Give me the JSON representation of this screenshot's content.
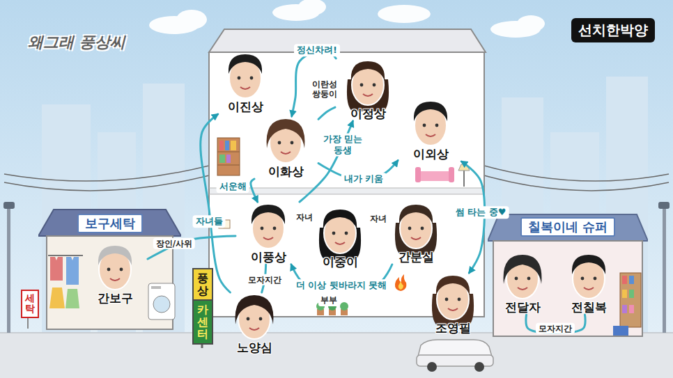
{
  "diagram": {
    "title": "왜그래 풍상씨",
    "nodes": [
      {
        "text": [
          "이진상"
        ]
      },
      {
        "text": [
          "이정상"
        ]
      },
      {
        "text": [
          "이외상"
        ]
      },
      {
        "text": [
          "이화상"
        ]
      },
      {
        "text": [
          "보구세탁"
        ]
      },
      {
        "text": [
          "간보구"
        ],
        "in": 4
      },
      {
        "text": [
          "이풍상"
        ]
      },
      {
        "text": [
          "이중이"
        ]
      },
      {
        "text": [
          "간분실"
        ]
      },
      {
        "text": [
          "칠복이네 슈퍼"
        ]
      },
      {
        "text": [
          "전달자"
        ],
        "in": 9
      },
      {
        "text": [
          "전칠복"
        ],
        "in": 9
      },
      {
        "text": [
          "풍상",
          "카센터"
        ]
      },
      {
        "text": [
          "조영필"
        ]
      },
      {
        "text": [
          "노양심"
        ]
      }
    ],
    "edges": [
      {
        "from": 1,
        "to": 3,
        "label": "정신차려!",
        "arrow": "to"
      },
      {
        "from": 1,
        "to": 3,
        "label": "이란성 쌍둥이",
        "arrow": "none"
      },
      {
        "from": 6,
        "to": 1,
        "label": "가장 믿는 동생",
        "arrow": "to"
      },
      {
        "from": 3,
        "to": 2,
        "label": "내가 키움",
        "arrow": "to"
      },
      {
        "from": 3,
        "to": 6,
        "label": "서운해",
        "arrow": "to"
      },
      {
        "from": 14,
        "to": 0,
        "label": "자녀들",
        "arrow": "to"
      },
      {
        "from": 5,
        "to": 6,
        "label": "장인/사위",
        "arrow": "none"
      },
      {
        "from": 6,
        "to": 7,
        "label": "자녀",
        "arrow": "none"
      },
      {
        "from": 7,
        "to": 8,
        "label": "자녀",
        "arrow": "none"
      },
      {
        "from": 8,
        "to": 6,
        "label": "더 이상 뒷바라지 못해",
        "arrow": "to"
      },
      {
        "from": 2,
        "to": 13,
        "label": "썸 타는 중♥",
        "arrow": "both"
      },
      {
        "from": 10,
        "to": 11,
        "label": "모자지간",
        "arrow": "none"
      },
      {
        "from": 6,
        "to": 14,
        "label": "모자지간",
        "arrow": "none"
      }
    ],
    "labels": [
      "선치한박양",
      "세탁",
      "부부"
    ]
  }
}
